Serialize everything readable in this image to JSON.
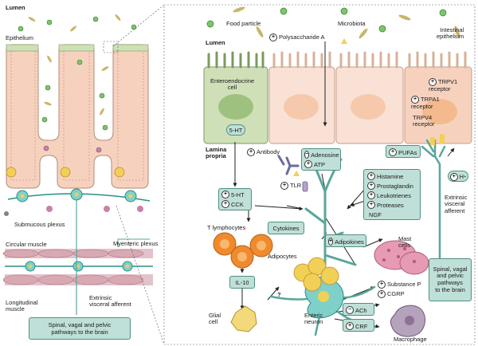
{
  "colors": {
    "epithelium_pink": "#f6d2be",
    "enteroendocrine_green": "#cfe0b8",
    "box_teal": "#bfe0d8",
    "muscle_pink": "#d9a9b3",
    "neuron_teal": "#7fd0c8",
    "lymphocyte_orange": "#f08a2c",
    "adipocyte_yellow": "#f2cf57",
    "mast_cell_pink": "#e79ab4",
    "food_particle_green": "#7cc56a"
  },
  "left_panel": {
    "lumen": "Lumen",
    "epithelium": "Epithelium",
    "submucous_plexus": "Submucous plexus",
    "circular_muscle": "Circular muscle",
    "myenteric_plexus": "Myenteric plexus",
    "extrinsic_afferent": "Extrinsic\nvisceral afferent",
    "longitudinal_muscle": "Longitudinal\nmuscle",
    "pathways_box": "Spinal, vagal and pelvic\npathways to the brain"
  },
  "right_panel": {
    "food_particle": "Food particle",
    "microbiota": "Microbiota",
    "polysaccharide_a": "Polysaccharide A",
    "intestinal_epithelium": "Intestinal\nepithelium",
    "lumen": "Lumen",
    "enteroendocrine_cell": "Enteroendocrine\ncell",
    "trpv1": "TRPV1\nreceptor",
    "trpa1": "TRPA1\nreceptor",
    "trpv4": "TRPV4\nreceptor",
    "ht5_cell": "5-HT",
    "lamina_propria": "Lamina\npropria",
    "antibody": "Antibody",
    "adenosine": "Adenosine",
    "atp": "ATP",
    "pufas": "PUFAs",
    "h_plus": "H",
    "tlr": "TLR",
    "ht5_box": "5-HT",
    "cck": "CCK",
    "histamine": "Histamine",
    "prostaglandin": "Prostaglandin",
    "leukotrienes": "Leukotrienes",
    "proteases": "Proteases",
    "ngf": "NGF",
    "extrinsic_afferent": "Extrinsic\nvisceral\nafferent",
    "t_lymphocytes": "T lymphocytes",
    "cytokines": "Cytokines",
    "adipokines": "Adipokines",
    "mast_cells": "Mast\ncells",
    "adipocytes": "Adipocytes",
    "il10": "IL-10",
    "substance_p": "Substance P",
    "cgrp": "CGRP",
    "question": "?",
    "pathways_box": "Spinal, vagal\nand pelvic\npathways\nto the brain",
    "glial_cell": "Glial\ncell",
    "enteric_neuron": "Enteric\nneuron",
    "ach": "ACh",
    "crf": "CRF",
    "macrophage": "Macrophage"
  },
  "signs": {
    "plus": "+",
    "minus": "−"
  }
}
